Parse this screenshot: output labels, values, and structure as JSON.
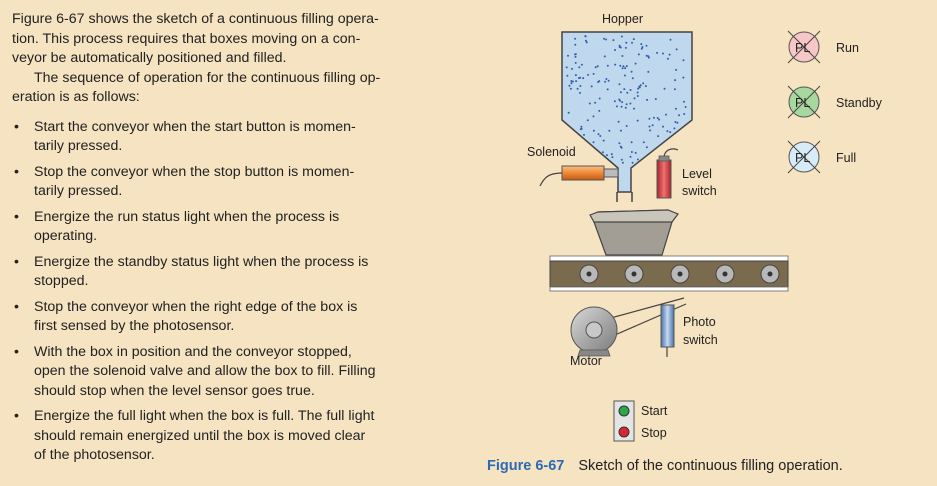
{
  "text": {
    "intro_lines": [
      "Figure 6-67 shows the sketch of a continuous filling opera-",
      "tion. This process requires that boxes moving on a con-",
      "veyor be automatically positioned and filled."
    ],
    "sequence_lines": [
      "The sequence of operation for the continuous filling op-",
      "eration is as follows:"
    ],
    "bullet_symbol": "•",
    "bullets": [
      [
        "Start the conveyor when the start button is momen-",
        "tarily pressed."
      ],
      [
        "Stop the conveyor when the stop button is momen-",
        "tarily pressed."
      ],
      [
        "Energize the run status light when the process is",
        "operating."
      ],
      [
        "Energize the standby status light when the process is",
        "stopped."
      ],
      [
        "Stop the conveyor when the right edge of the box is",
        "first sensed by the photosensor."
      ],
      [
        "With the box in position and the conveyor stopped,",
        "open the solenoid valve and allow the box to fill. Filling",
        "should stop when the level sensor goes true."
      ],
      [
        "Energize the full light when the box is full. The full light",
        "should remain energized until the box is moved clear",
        "of the photosensor."
      ]
    ]
  },
  "figure": {
    "hopper_label": "Hopper",
    "solenoid_label": "Solenoid",
    "level_switch_label": [
      "Level",
      "switch"
    ],
    "photo_switch_label": [
      "Photo",
      "switch"
    ],
    "motor_label": "Motor",
    "start_label": "Start",
    "stop_label": "Stop",
    "pilot_lights": [
      {
        "symbol": "PL",
        "label": "Run",
        "fill": "#f7c6c6"
      },
      {
        "symbol": "PL",
        "label": "Standby",
        "fill": "#a8d8a0"
      },
      {
        "symbol": "PL",
        "label": "Full",
        "fill": "#d8ecf8"
      }
    ],
    "caption_number": "Figure 6-67",
    "caption_text": "Sketch of the continuous filling operation."
  }
}
